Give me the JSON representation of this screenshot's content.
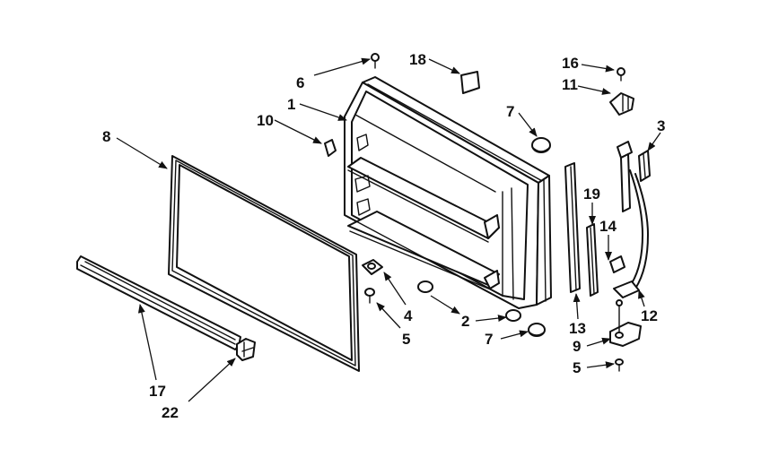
{
  "diagram": {
    "callouts": [
      {
        "id": "c6",
        "label": "6"
      },
      {
        "id": "c18",
        "label": "18"
      },
      {
        "id": "c1",
        "label": "1"
      },
      {
        "id": "c10",
        "label": "10"
      },
      {
        "id": "c7a",
        "label": "7"
      },
      {
        "id": "c16",
        "label": "16"
      },
      {
        "id": "c11",
        "label": "11"
      },
      {
        "id": "c3",
        "label": "3"
      },
      {
        "id": "c8",
        "label": "8"
      },
      {
        "id": "c19",
        "label": "19"
      },
      {
        "id": "c14",
        "label": "14"
      },
      {
        "id": "c4",
        "label": "4"
      },
      {
        "id": "c5a",
        "label": "5"
      },
      {
        "id": "c2",
        "label": "2"
      },
      {
        "id": "c7b",
        "label": "7"
      },
      {
        "id": "c13",
        "label": "13"
      },
      {
        "id": "c12",
        "label": "12"
      },
      {
        "id": "c9",
        "label": "9"
      },
      {
        "id": "c5b",
        "label": "5"
      },
      {
        "id": "c17",
        "label": "17"
      },
      {
        "id": "c22",
        "label": "22"
      }
    ]
  }
}
